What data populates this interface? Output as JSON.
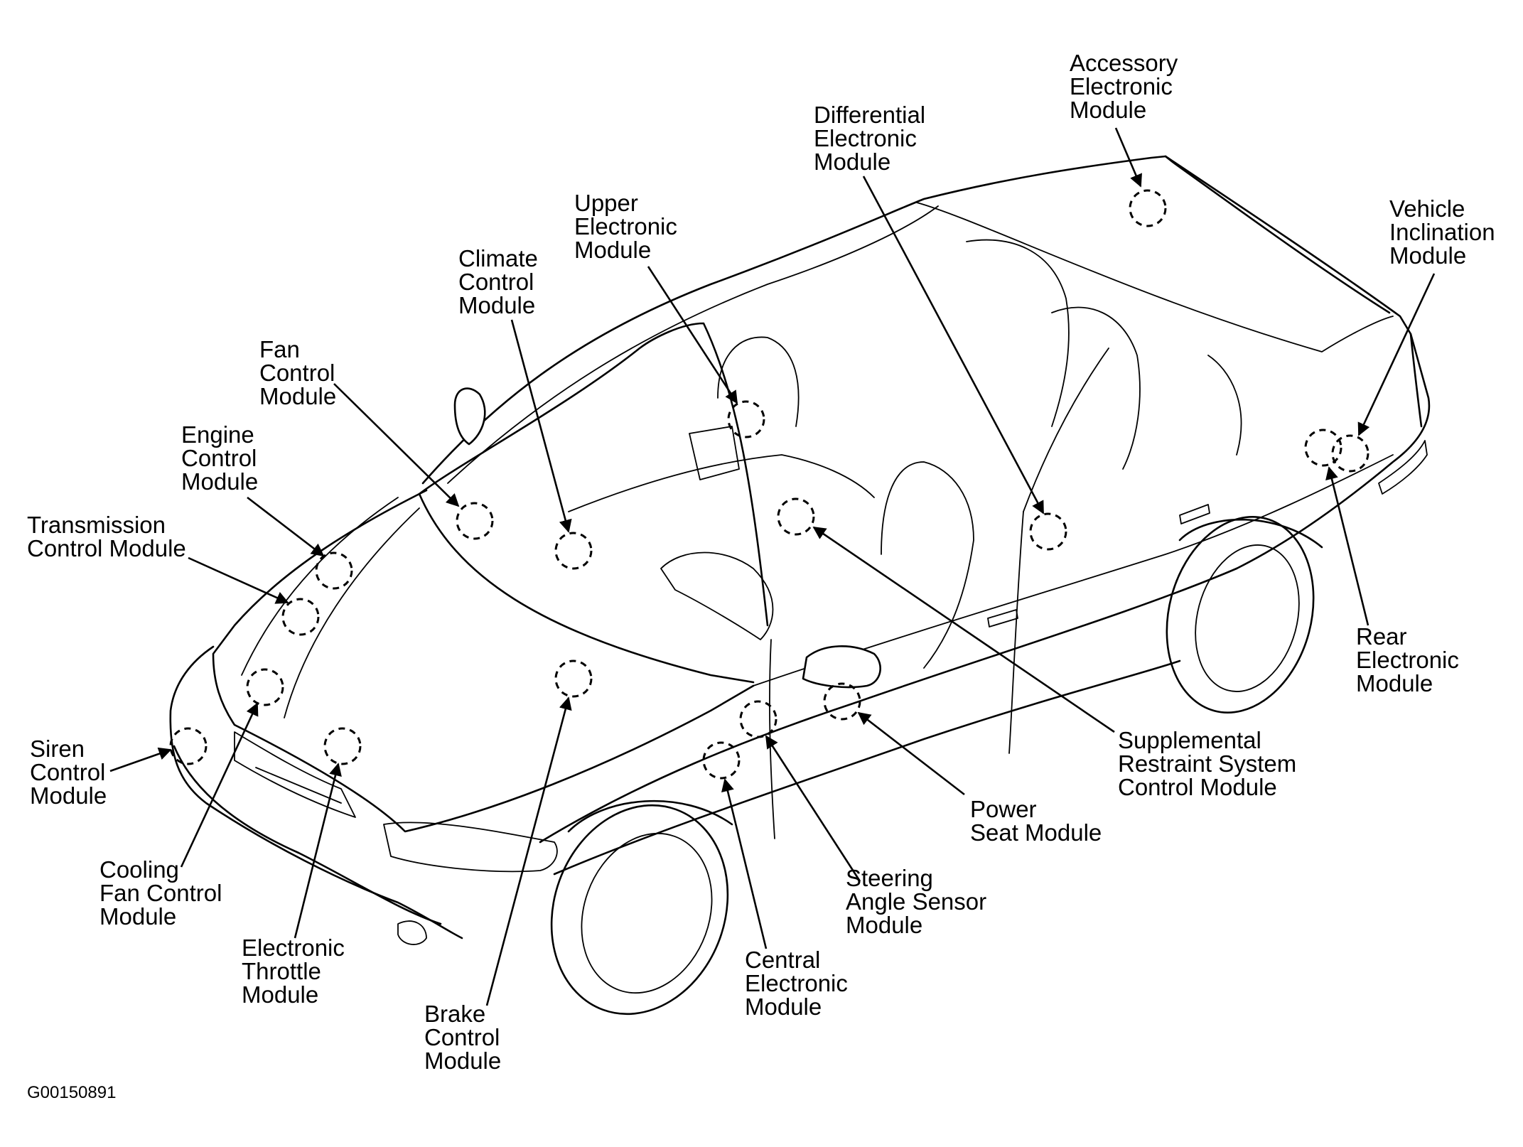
{
  "figure_id": "G00150891",
  "labels": {
    "accessory": [
      "Accessory",
      "Electronic",
      "Module"
    ],
    "differential": [
      "Differential",
      "Electronic",
      "Module"
    ],
    "vehicle_inclination": [
      "Vehicle",
      "Inclination",
      "Module"
    ],
    "upper": [
      "Upper",
      "Electronic",
      "Module"
    ],
    "climate": [
      "Climate",
      "Control",
      "Module"
    ],
    "fan": [
      "Fan",
      "Control",
      "Module"
    ],
    "engine": [
      "Engine",
      "Control",
      "Module"
    ],
    "transmission": [
      "Transmission",
      "Control Module"
    ],
    "siren": [
      "Siren",
      "Control",
      "Module"
    ],
    "cooling_fan": [
      "Cooling",
      "Fan Control",
      "Module"
    ],
    "electronic_throttle": [
      "Electronic",
      "Throttle",
      "Module"
    ],
    "brake": [
      "Brake",
      "Control",
      "Module"
    ],
    "central": [
      "Central",
      "Electronic",
      "Module"
    ],
    "steering_angle": [
      "Steering",
      "Angle Sensor",
      "Module"
    ],
    "power_seat": [
      "Power",
      "Seat Module"
    ],
    "srs": [
      "Supplemental",
      "Restraint System",
      "Control Module"
    ],
    "rear": [
      "Rear",
      "Electronic",
      "Module"
    ]
  }
}
